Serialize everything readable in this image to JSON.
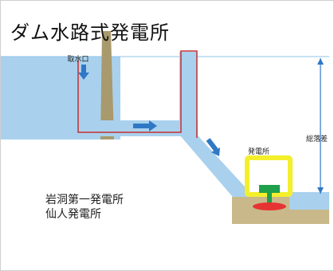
{
  "title": "ダム水路式発電所",
  "labels": {
    "intake": "取水口",
    "power_plant": "発電所",
    "total_head": "総落差"
  },
  "stations": [
    "岩洞第一発電所",
    "仙人発電所"
  ],
  "colors": {
    "water": "#a9d1ee",
    "water_edge": "#6aa6d6",
    "flow_arrow": "#2f78c4",
    "penstock_outline": "#c43030",
    "dam": "#a89a6d",
    "ground": "#c9b88a",
    "powerhouse_frame": "#f3ef2d",
    "generator": "#1fa04a",
    "turbine": "#e63333"
  }
}
